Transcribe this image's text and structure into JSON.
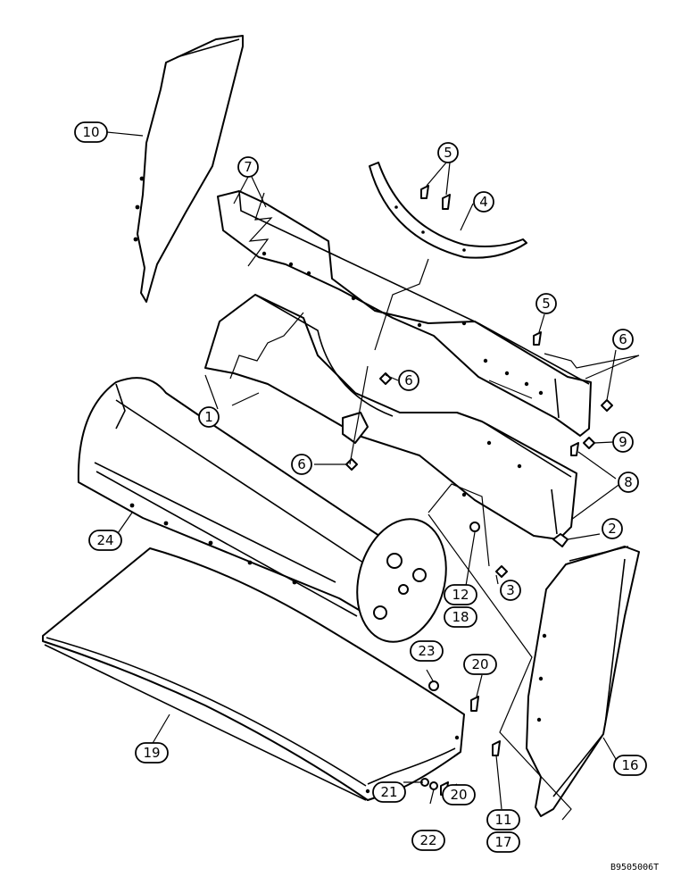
{
  "callouts": [
    {
      "id": "c10",
      "label": "10"
    },
    {
      "id": "c7",
      "label": "7"
    },
    {
      "id": "c5a",
      "label": "5"
    },
    {
      "id": "c4",
      "label": "4"
    },
    {
      "id": "c5b",
      "label": "5"
    },
    {
      "id": "c6a",
      "label": "6"
    },
    {
      "id": "c6b",
      "label": "6"
    },
    {
      "id": "c1",
      "label": "1"
    },
    {
      "id": "c9",
      "label": "9"
    },
    {
      "id": "c8",
      "label": "8"
    },
    {
      "id": "c6c",
      "label": "6"
    },
    {
      "id": "c2",
      "label": "2"
    },
    {
      "id": "c24",
      "label": "24"
    },
    {
      "id": "c3",
      "label": "3"
    },
    {
      "id": "c12",
      "label": "12"
    },
    {
      "id": "c18",
      "label": "18"
    },
    {
      "id": "c23",
      "label": "23"
    },
    {
      "id": "c20a",
      "label": "20"
    },
    {
      "id": "c19",
      "label": "19"
    },
    {
      "id": "c16",
      "label": "16"
    },
    {
      "id": "c21",
      "label": "21"
    },
    {
      "id": "c20b",
      "label": "20"
    },
    {
      "id": "c11",
      "label": "11"
    },
    {
      "id": "c22",
      "label": "22"
    },
    {
      "id": "c17",
      "label": "17"
    }
  ],
  "reference_code": "B9505006T"
}
